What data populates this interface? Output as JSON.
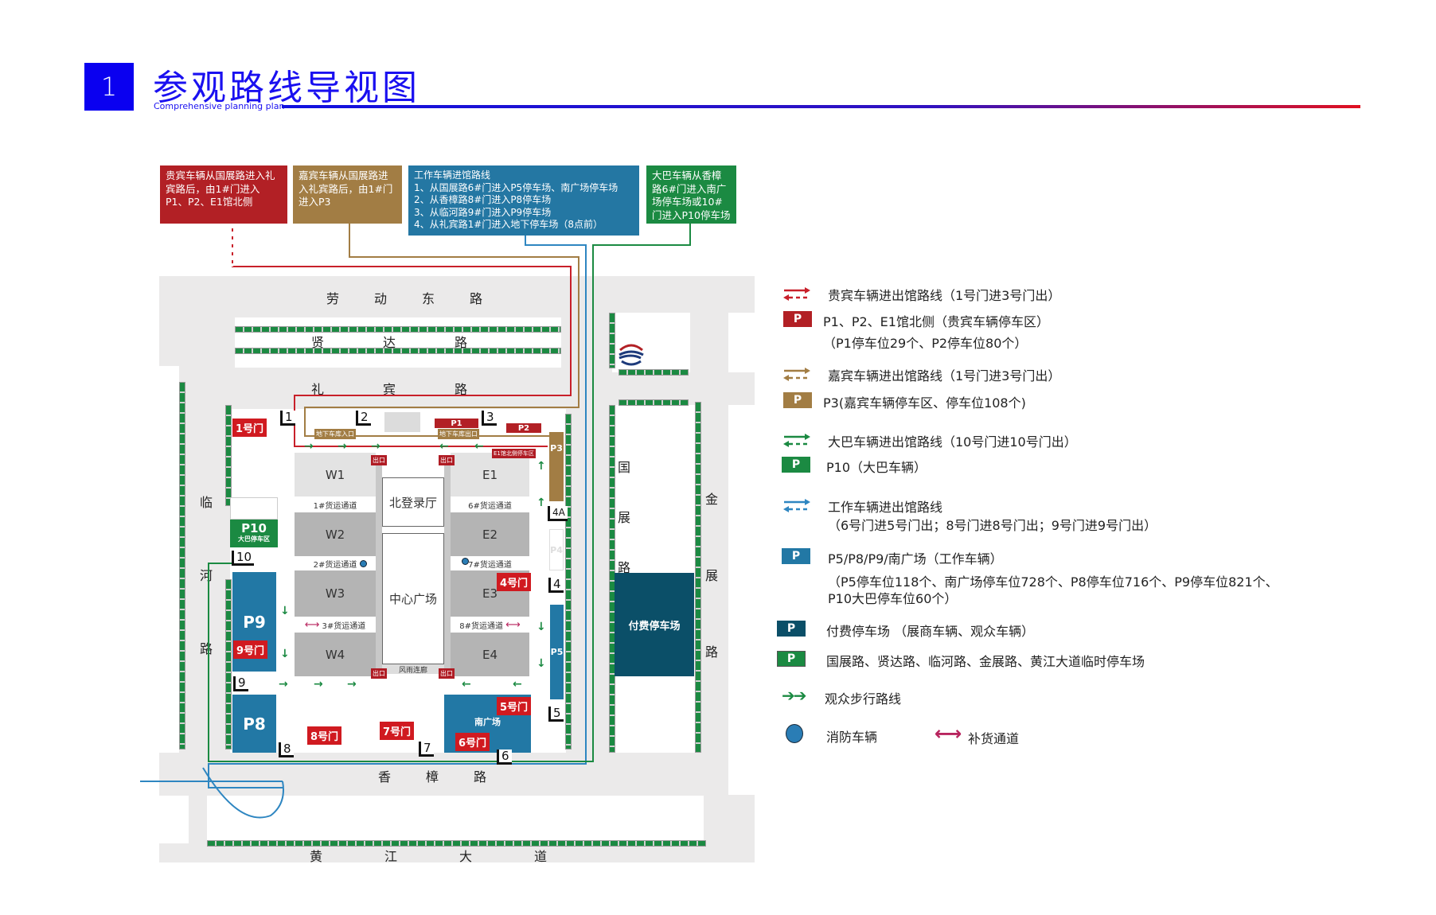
{
  "header": {
    "number": "1",
    "title": "参观路线导视图",
    "subtitle": "Comprehensive planning plan"
  },
  "info_boxes": [
    {
      "text": "贵宾车辆从国展路进入礼宾路后，由1#门进入P1、P2、E1馆北侧",
      "color": "#b22025"
    },
    {
      "text": "嘉宾车辆从国展路进入礼宾路后，由1#门进入P3",
      "color": "#a27d44"
    },
    {
      "title": "工作车辆进馆路线",
      "lines": [
        "1、从国展路6#门进入P5停车场、南广场停车场",
        "2、从香樟路8#门进入P8停车场",
        "3、从临河路9#门进入P9停车场",
        "4、从礼宾路1#门进入地下停车场（8点前）"
      ],
      "color": "#2477a3"
    },
    {
      "text": "大巴车辆从香樟路6#门进入南广场停车场或10#门进入P10停车场",
      "color": "#1b8a42"
    }
  ],
  "roads": {
    "laodong": [
      "劳",
      "动",
      "东",
      "路"
    ],
    "xianda": [
      "贤",
      "达",
      "路"
    ],
    "libin": [
      "礼",
      "宾",
      "路"
    ],
    "linhe": [
      "临",
      "河",
      "路"
    ],
    "guozhan": [
      "国",
      "展",
      "路"
    ],
    "jinzhan": [
      "金",
      "展",
      "路"
    ],
    "xiangzhang": [
      "香",
      "樟",
      "路"
    ],
    "huangjiang": [
      "黄",
      "江",
      "大",
      "道"
    ]
  },
  "halls": {
    "w1": "W1",
    "w2": "W2",
    "w3": "W3",
    "w4": "W4",
    "e1": "E1",
    "e2": "E2",
    "e3": "E3",
    "e4": "E4",
    "north_lobby": "北登录厅",
    "center_plaza": "中心广场",
    "corridor": "风雨连廊"
  },
  "channels": {
    "c1": "1#货运通道",
    "c2": "2#货运通道",
    "c3": "3#货运通道",
    "c6": "6#货运通道",
    "c7": "7#货运通道",
    "c8": "8#货运通道"
  },
  "parking": {
    "p1": "P1",
    "p2": "P2",
    "p3": "P3",
    "p4": "P4",
    "p5": "P5",
    "p8": "P8",
    "p9": "P9",
    "p10": "P10",
    "p10_sub": "大巴停车区",
    "south": "南广场",
    "paid": "付费停车场",
    "e1_north": "E1馆北侧停车区",
    "underground_in": "地下车库入口",
    "underground_out": "地下车库出口"
  },
  "exit_label": "出口",
  "gates": {
    "g1": "1号门",
    "g4": "4号门",
    "g5": "5号门",
    "g6": "6号门",
    "g7": "7号门",
    "g8": "8号门",
    "g9": "9号门"
  },
  "gate_numbers": {
    "n1": "1",
    "n2": "2",
    "n3": "3",
    "n4a": "4A",
    "n4": "4",
    "n5": "5",
    "n6": "6",
    "n7": "7",
    "n8": "8",
    "n9": "9",
    "n10": "10"
  },
  "legend": {
    "vip_route": "贵宾车辆进出馆路线（1号门进3号门出）",
    "vip_parking": "P1、P2、E1馆北侧（贵宾车辆停车区）",
    "vip_parking_detail": "（P1停车位29个、P2停车位80个）",
    "guest_route": "嘉宾车辆进出馆路线（1号门进3号门出）",
    "guest_parking": "P3(嘉宾车辆停车区、停车位108个)",
    "bus_route": "大巴车辆进出馆路线（10号门进10号门出）",
    "bus_parking": "P10（大巴车辆）",
    "work_route": "工作车辆进出馆路线",
    "work_route_detail": "（6号门进5号门出；8号门进8号门出；9号门进9号门出）",
    "work_parking": "P5/P8/P9/南广场（工作车辆）",
    "work_parking_detail1": "（P5停车位118个、南广场停车位728个、P8停车位716个、P9停车位821个、",
    "work_parking_detail2": "P10大巴停车位60个）",
    "paid_parking": "付费停车场 （展商车辆、观众车辆）",
    "temp_parking": "国展路、贤达路、临河路、金展路、黄江大道临时停车场",
    "walk_route": "观众步行路线",
    "fire": "消防车辆",
    "supply": "补货通道",
    "p_letter": "P"
  },
  "colors": {
    "vip": "#c8202a",
    "guest": "#a27d44",
    "bus": "#1b8a42",
    "work": "#2e86c1",
    "teal": "#2278a5",
    "paid": "#0b4f68",
    "supply": "#b8245e"
  }
}
